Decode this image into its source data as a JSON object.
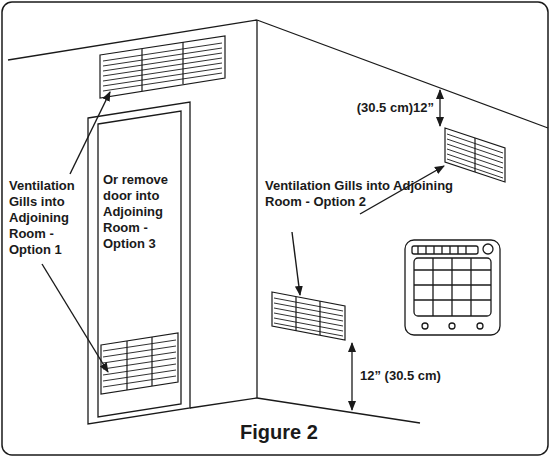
{
  "diagram": {
    "caption": "Figure 2",
    "labels": [
      "Ventilation Gills into Adjoining Room - Option 1",
      "Or remove door into Adjoining Room - Option 3",
      "Ventilation Gills into Adjoining Room - Option 2",
      "(30.5 cm)12”",
      "12” (30.5 cm)"
    ]
  }
}
